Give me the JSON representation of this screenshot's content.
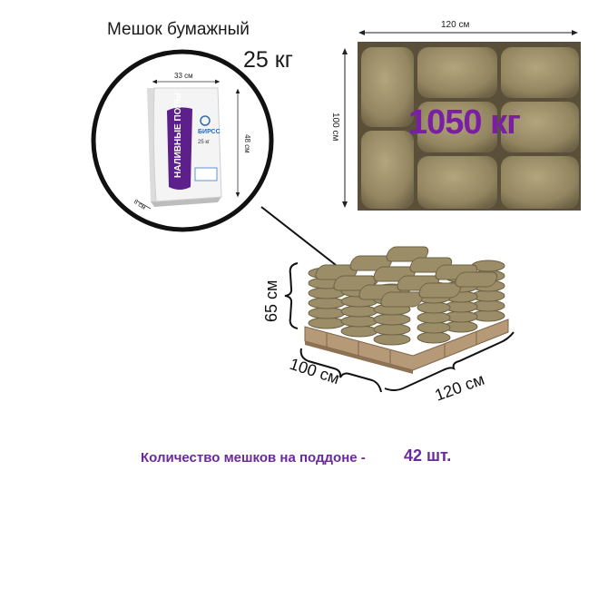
{
  "header": {
    "bag_type": "Мешок бумажный",
    "bag_weight": "25 кг"
  },
  "bag": {
    "width_label": "33 см",
    "height_label": "48 см",
    "depth_label": "8 см",
    "brand": "БИРСС",
    "product_name": "НАЛИВНЫЕ ПОЛЫ",
    "package_weight": "25 кг"
  },
  "top_view": {
    "width_label": "120 см",
    "depth_label": "100 см",
    "total_weight": "1050 кг"
  },
  "pallet": {
    "height_label": "65 см",
    "depth_label": "100 см",
    "width_label": "120 см"
  },
  "footer": {
    "bags_count_label": "Количество мешков на поддоне  -",
    "bags_count_value": "42 шт."
  },
  "colors": {
    "bag_fill": "#9a8d67",
    "bag_dark": "#6d6246",
    "accent_purple": "#7a1fa2",
    "pallet_wood": "#b69a78"
  }
}
